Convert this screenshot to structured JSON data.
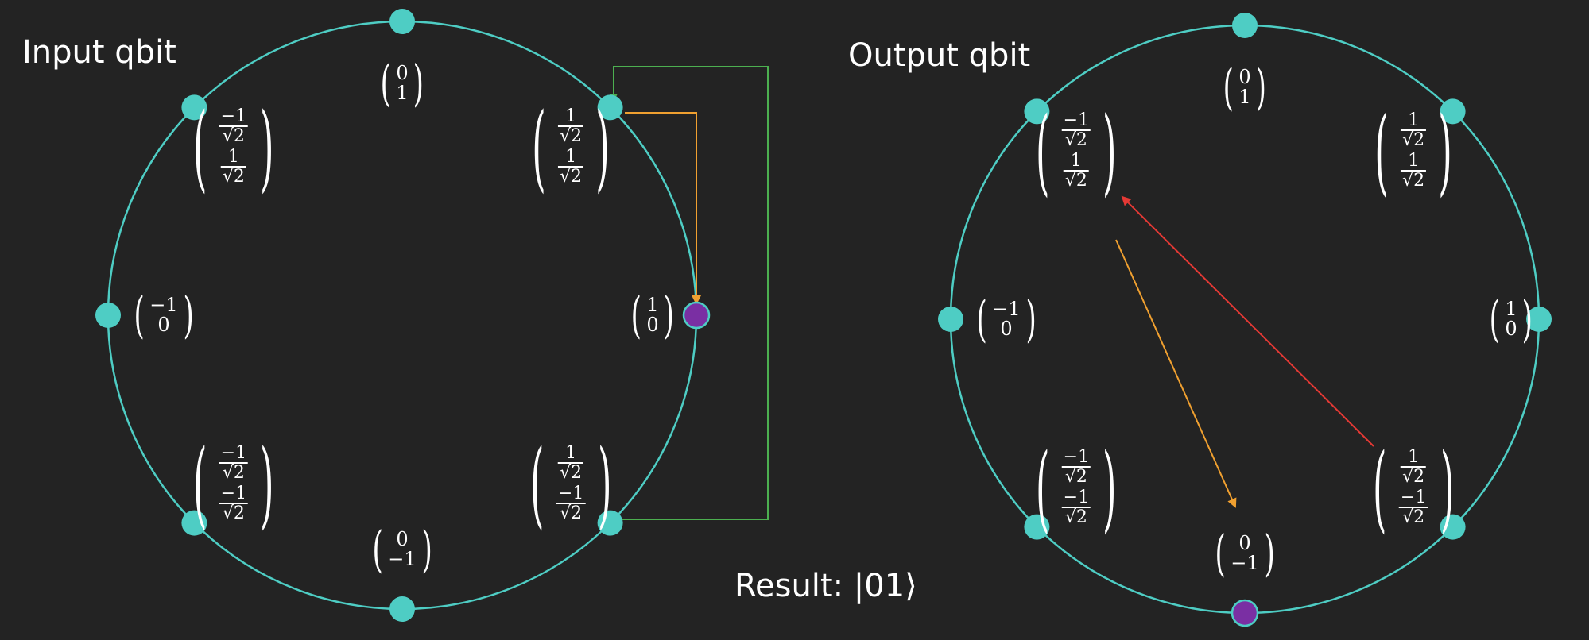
{
  "titles": {
    "input": "Input qbit",
    "output": "Output qbit",
    "result_prefix": "Result:",
    "result_ket": "|01⟩"
  },
  "colors": {
    "background": "#232323",
    "circle": "#4ecdc4",
    "node": "#4ecdc4",
    "selected_node": "#7a2fa3",
    "arrow_green": "#4caf50",
    "arrow_orange": "#f0a030",
    "arrow_red": "#e53935",
    "text": "#ffffff"
  },
  "diagrams": [
    {
      "name": "input",
      "selected_state": "ket-0-right",
      "states": [
        {
          "id": "up",
          "angle_deg": 90,
          "top": "0",
          "bottom": "1"
        },
        {
          "id": "up-left",
          "angle_deg": 135,
          "top": "−1/√2",
          "bottom": "1/√2"
        },
        {
          "id": "left",
          "angle_deg": 180,
          "top": "−1",
          "bottom": "0"
        },
        {
          "id": "down-left",
          "angle_deg": 225,
          "top": "−1/√2",
          "bottom": "−1/√2"
        },
        {
          "id": "down",
          "angle_deg": 270,
          "top": "0",
          "bottom": "−1"
        },
        {
          "id": "down-right",
          "angle_deg": 315,
          "top": "1/√2",
          "bottom": "−1/√2"
        },
        {
          "id": "ket-0-right",
          "angle_deg": 0,
          "top": "1",
          "bottom": "0"
        },
        {
          "id": "up-right",
          "angle_deg": 45,
          "top": "1/√2",
          "bottom": "1/√2"
        }
      ]
    },
    {
      "name": "output",
      "selected_state": "down",
      "states": [
        {
          "id": "up",
          "angle_deg": 90,
          "top": "0",
          "bottom": "1"
        },
        {
          "id": "up-left",
          "angle_deg": 135,
          "top": "−1/√2",
          "bottom": "1/√2"
        },
        {
          "id": "left",
          "angle_deg": 180,
          "top": "−1",
          "bottom": "0"
        },
        {
          "id": "down-left",
          "angle_deg": 225,
          "top": "−1/√2",
          "bottom": "−1/√2"
        },
        {
          "id": "down",
          "angle_deg": 270,
          "top": "0",
          "bottom": "−1"
        },
        {
          "id": "down-right",
          "angle_deg": 315,
          "top": "1/√2",
          "bottom": "−1/√2"
        },
        {
          "id": "right",
          "angle_deg": 0,
          "top": "1",
          "bottom": "0"
        },
        {
          "id": "up-right",
          "angle_deg": 45,
          "top": "1/√2",
          "bottom": "1/√2"
        }
      ]
    }
  ]
}
